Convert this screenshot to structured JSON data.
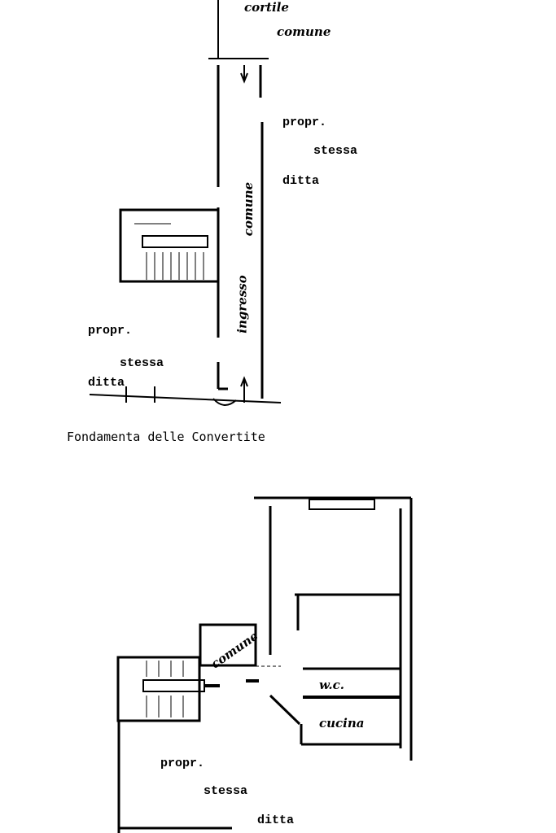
{
  "plan_top": {
    "courtyard": [
      "cortile",
      "comune"
    ],
    "right_owner": [
      "propr.",
      "stessa",
      "ditta"
    ],
    "left_owner": [
      "propr.",
      "stessa",
      "ditta"
    ],
    "corridor": [
      "ingresso",
      "comune"
    ],
    "street": "Fondamenta delle Convertite"
  },
  "plan_bottom": {
    "landing": "comune",
    "wc": "w.c.",
    "kitchen": "cucina",
    "owner": [
      "propr.",
      "stessa",
      "ditta"
    ]
  }
}
